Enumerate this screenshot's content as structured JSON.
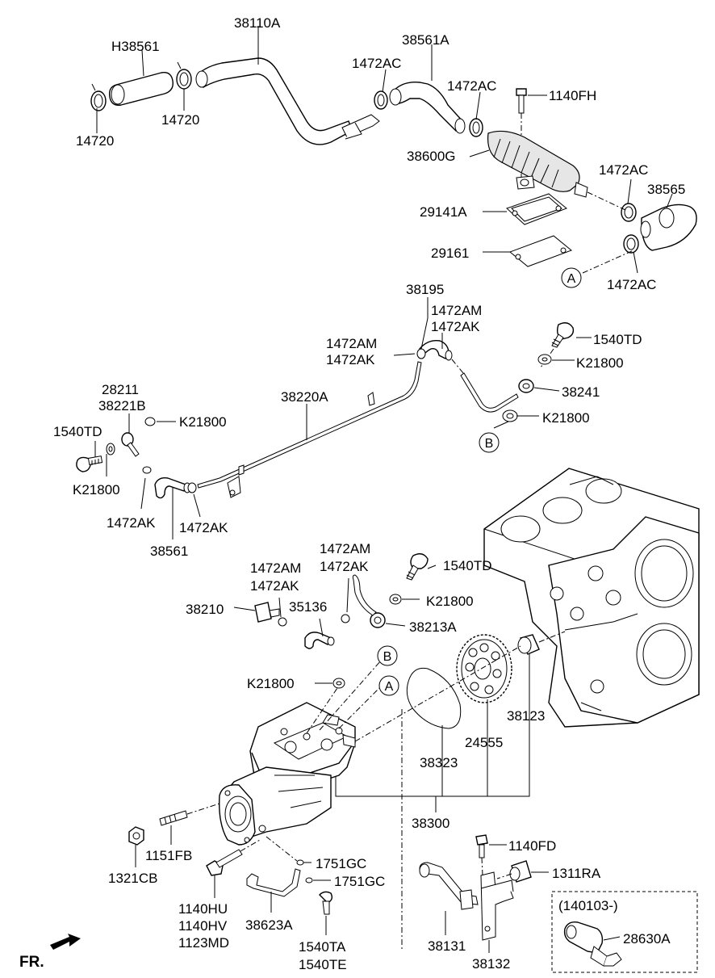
{
  "fr_label": "FR.",
  "variant_note": "(140103-)",
  "callouts": {
    "A_top": "A",
    "B_mid": "B",
    "B_low": "B",
    "A_low": "A"
  },
  "labels": {
    "h38561": "H38561",
    "p38110a": "38110A",
    "p38561a": "38561A",
    "p1472ac_1": "1472AC",
    "p1472ac_2": "1472AC",
    "p1140fh": "1140FH",
    "p14720_left": "14720",
    "p14720_mid": "14720",
    "p38600g": "38600G",
    "p1472ac_3": "1472AC",
    "p38565": "38565",
    "p29141a": "29141A",
    "p29161": "29161",
    "p1472ac_4": "1472AC",
    "p38195": "38195",
    "p1472am_1": "1472AM",
    "p1472ak_1": "1472AK",
    "p1472am_2": "1472AM",
    "p1472ak_2": "1472AK",
    "p1540td_1": "1540TD",
    "pk21800_1": "K21800",
    "p38241": "38241",
    "pk21800_2": "K21800",
    "p28211": "28211",
    "p38221b": "38221B",
    "p38220a": "38220A",
    "pk21800_3": "K21800",
    "p1540td_2": "1540TD",
    "pk21800_4": "K21800",
    "p1472ak_3": "1472AK",
    "p1472ak_4": "1472AK",
    "p38561": "38561",
    "p1472am_3": "1472AM",
    "p1472ak_5": "1472AK",
    "p1540td_3": "1540TD",
    "p1472am_4": "1472AM",
    "p1472ak_6": "1472AK",
    "p38210": "38210",
    "p35136": "35136",
    "p38213a": "38213A",
    "pk21800_5": "K21800",
    "pk21800_6": "K21800",
    "p38123": "38123",
    "p24555": "24555",
    "p38323": "38323",
    "p38300": "38300",
    "p1151fb": "1151FB",
    "p1321cb": "1321CB",
    "p1751gc_1": "1751GC",
    "p1751gc_2": "1751GC",
    "p1140hu": "1140HU",
    "p1140hv": "1140HV",
    "p1123md": "1123MD",
    "p38623a": "38623A",
    "p1540ta": "1540TA",
    "p1540te": "1540TE",
    "p1140fd": "1140FD",
    "p1311ra": "1311RA",
    "p38131": "38131",
    "p38132": "38132",
    "p28630a": "28630A"
  }
}
